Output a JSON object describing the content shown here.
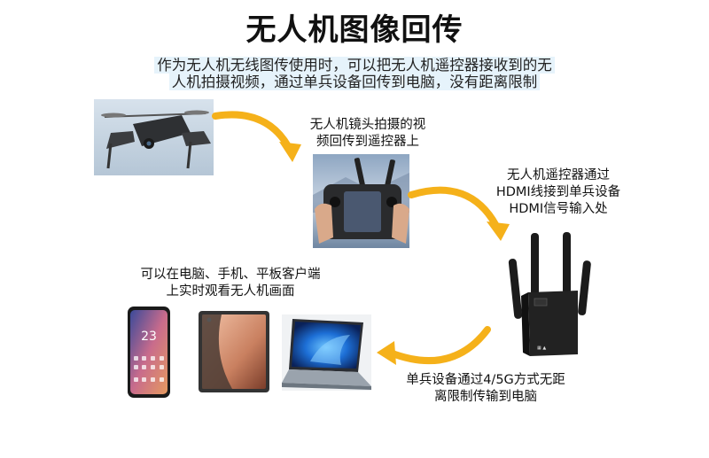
{
  "title": "无人机图像回传",
  "subtitle": {
    "line1": "作为无人机无线图传使用时，可以把无人机遥控器接收到的无",
    "line2": "人机拍摄视频，通过单兵设备回传到电脑，没有距离限制"
  },
  "steps": {
    "camera": {
      "line1": "无人机镜头拍摄的视",
      "line2": "频回传到遥控器上"
    },
    "hdmi": {
      "line1": "无人机遥控器通过",
      "line2": "HDMI线接到单兵设备",
      "line3": "HDMI信号输入处"
    },
    "clients": {
      "line1": "可以在电脑、手机、平板客户端",
      "line2": "上实时观看无人机画面"
    },
    "network": {
      "line1": "单兵设备通过4/5G方式无距",
      "line2": "离限制传输到电脑"
    }
  },
  "phone": {
    "time": "23"
  },
  "colors": {
    "arrow": "#f5b11a",
    "drone_bg": "#c9d8e6",
    "device": "#1b1b1b"
  },
  "icons": [
    "drone",
    "remote-controller",
    "phone",
    "tablet",
    "laptop",
    "transmitter-box"
  ]
}
